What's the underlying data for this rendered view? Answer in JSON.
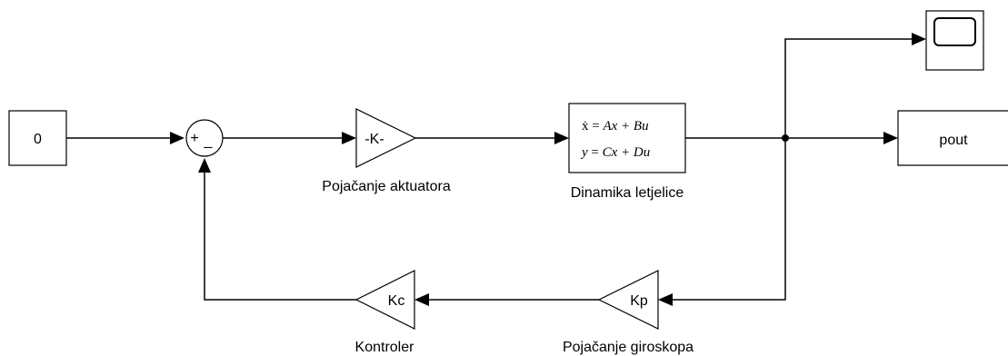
{
  "blocks": {
    "constant": {
      "value": "0"
    },
    "sum": {
      "plus": "+",
      "minus": "_"
    },
    "actuator_gain": {
      "value": "-K-",
      "label": "Pojačanje aktuatora"
    },
    "state_space": {
      "eq1_lhs": "ẋ",
      "eq1_eq": " = ",
      "eq1_rhs": "Ax + Bu",
      "eq2_lhs": "y",
      "eq2_eq": " = ",
      "eq2_rhs": "Cx + Du",
      "label": "Dinamika letjelice"
    },
    "scope": {
      "icon": "scope-icon"
    },
    "outport": {
      "value": "pout"
    },
    "gyro_gain": {
      "value": "Kp",
      "label": "Pojačanje giroskopa"
    },
    "controller": {
      "value": "Kc",
      "label": "Kontroler"
    }
  }
}
